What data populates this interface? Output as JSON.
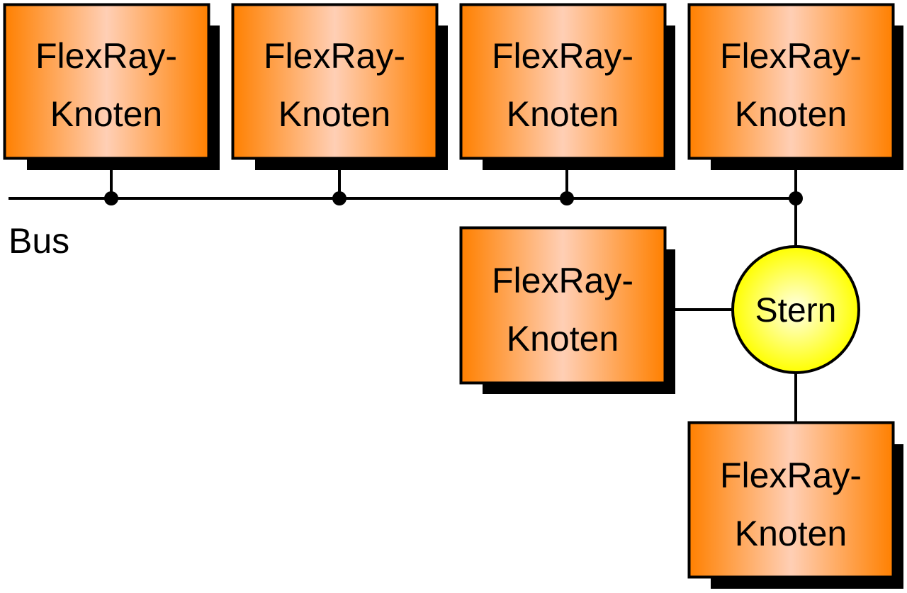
{
  "diagram": {
    "title": "",
    "bus": {
      "label": "Bus"
    },
    "star": {
      "label": "Stern"
    },
    "nodes": [
      {
        "id": "node-1",
        "line1": "FlexRay-",
        "line2": "Knoten",
        "attached_to": "bus"
      },
      {
        "id": "node-2",
        "line1": "FlexRay-",
        "line2": "Knoten",
        "attached_to": "bus"
      },
      {
        "id": "node-3",
        "line1": "FlexRay-",
        "line2": "Knoten",
        "attached_to": "bus"
      },
      {
        "id": "node-4",
        "line1": "FlexRay-",
        "line2": "Knoten",
        "attached_to": "bus+star"
      },
      {
        "id": "node-5",
        "line1": "FlexRay-",
        "line2": "Knoten",
        "attached_to": "star"
      },
      {
        "id": "node-6",
        "line1": "FlexRay-",
        "line2": "Knoten",
        "attached_to": "star"
      }
    ],
    "colors": {
      "node_edge": "#ff8000",
      "node_center": "#ffcfb5",
      "star_outer": "#ffff00",
      "star_center": "#ffffe8",
      "line": "#000000"
    }
  }
}
